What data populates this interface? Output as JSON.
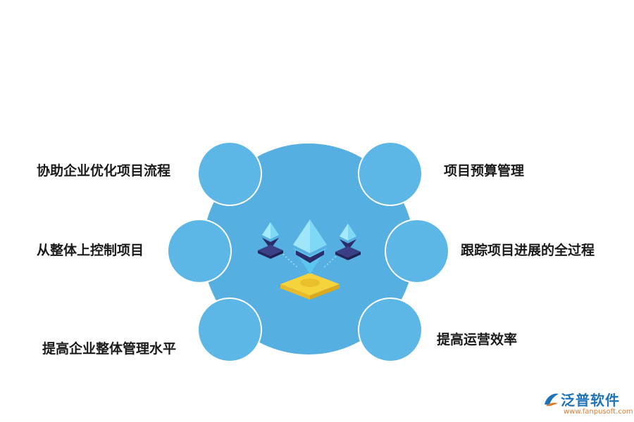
{
  "diagram": {
    "center_icon": "ethereum-diamond-icon",
    "colors": {
      "center_circle": "#55afe0",
      "node_circle": "#5db7e6",
      "crystal_light": "#7fd8f5",
      "crystal_dark": "#2b2d6b",
      "base_yellow": "#f7d33b"
    },
    "items": [
      {
        "label": "协助企业优化项目流程"
      },
      {
        "label": "项目预算管理"
      },
      {
        "label": "从整体上控制项目"
      },
      {
        "label": "跟踪项目进展的全过程"
      },
      {
        "label": "提高企业整体管理水平"
      },
      {
        "label": "提高运营效率"
      }
    ]
  },
  "logo": {
    "name": "泛普软件",
    "url": "www.fanpusoft.com",
    "icon": "fanpu-logo-icon"
  }
}
